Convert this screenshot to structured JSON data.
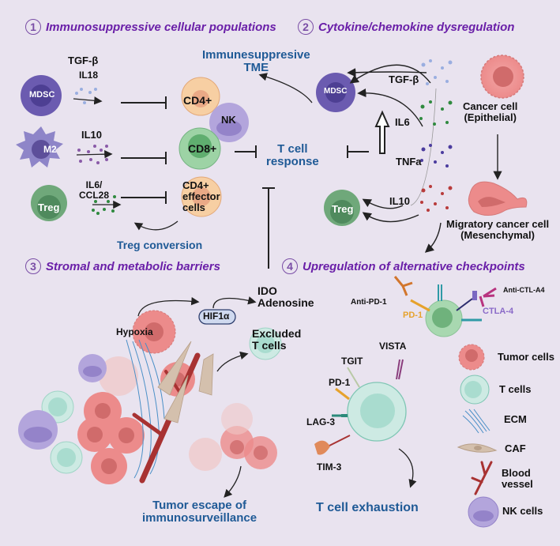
{
  "sections": [
    {
      "number": "1",
      "title": "Immunosuppressive cellular populations"
    },
    {
      "number": "2",
      "title": "Cytokine/chemokine dysregulation"
    },
    {
      "number": "3",
      "title": "Stromal and metabolic barriers"
    },
    {
      "number": "4",
      "title": "Upregulation of  alternative checkpoints"
    }
  ],
  "panel1": {
    "cells": {
      "mdsc": "MDSC",
      "m2": "M2",
      "treg": "Treg",
      "cd4": "CD4+",
      "nk": "NK",
      "cd8": "CD8+",
      "cd4_effector_line1": "CD4+",
      "cd4_effector_line2": "effector",
      "cd4_effector_line3": "cells"
    },
    "cytokines": {
      "tgfb": "TGF-β",
      "il18": "IL18",
      "il10": "IL10",
      "il6_line1": "IL6/",
      "il6_line2": "CCL28"
    },
    "treg_conversion": "Treg conversion",
    "immunosuppressive_tme_line1": "Immunesuppresive",
    "immunosuppressive_tme_line2": "TME",
    "t_cell_response_line1": "T cell",
    "t_cell_response_line2": "response"
  },
  "panel2": {
    "cells": {
      "mdsc": "MDSC",
      "treg": "Treg"
    },
    "cytokines": {
      "tgfb": "TGF-β",
      "il6": "IL6",
      "tnfa": "TNFa",
      "il10": "IL10"
    },
    "cancer_cell_line1": "Cancer cell",
    "cancer_cell_line2": "(Epithelial)",
    "migratory_line1": "Migratory cancer cell",
    "migratory_line2": "(Mesenchymal)"
  },
  "panel3": {
    "hypoxia": "Hypoxia",
    "hif1a": "HIF1α",
    "ido_line1": "IDO",
    "ido_line2": "Adenosine",
    "excluded_line1": "Excluded",
    "excluded_line2": "T cells",
    "escape_line1": "Tumor escape of",
    "escape_line2": "immunosurveillance"
  },
  "panel4": {
    "anti_pd1": "Anti-PD-1",
    "pd1": "PD-1",
    "ctla4": "CTLA-4",
    "anti_ctla4": "Anti-CTL-A4",
    "vista": "VISTA",
    "tgit": "TGIT",
    "pd1_b": "PD-1",
    "lag3": "LAG-3",
    "tim3": "TIM-3",
    "exhaustion": "T cell exhaustion"
  },
  "legend": [
    {
      "icon": "tumor-cell-icon",
      "label": "Tumor cells"
    },
    {
      "icon": "t-cell-icon",
      "label": "T cells"
    },
    {
      "icon": "ecm-icon",
      "label": "ECM"
    },
    {
      "icon": "caf-icon",
      "label": "CAF"
    },
    {
      "icon": "blood-vessel-icon",
      "label_line1": "Blood",
      "label_line2": "vessel"
    },
    {
      "icon": "nk-cell-icon",
      "label": "NK cells"
    }
  ],
  "colors": {
    "section_title": "#6a1fa8",
    "highlight_text": "#1f5a96",
    "mdsc": "#6b5bb0",
    "treg": "#5e9e6c",
    "cd4": "#f7cfa3",
    "cd8": "#9dd3a5",
    "nk": "#b3a5dc",
    "tumor": "#ec8b8b",
    "t_cell": "#cdeae3",
    "vessel": "#a83232",
    "caf": "#d4c0ad",
    "ecm": "#4a8fc7"
  }
}
